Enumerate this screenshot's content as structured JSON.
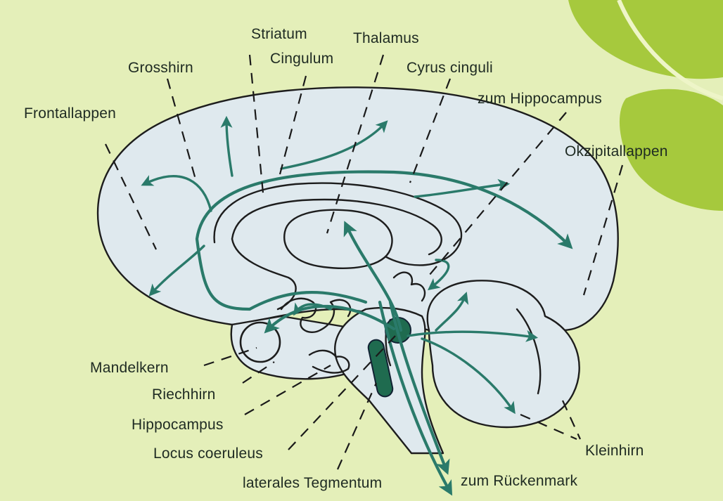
{
  "colors": {
    "background": "#e4efb9",
    "leaf": "#a6c93d",
    "brain_fill": "#dfe9ee",
    "pathway": "#2a7a6a",
    "nucleus": "#1f6b4f"
  },
  "labels": {
    "striatum": "Striatum",
    "thalamus": "Thalamus",
    "grosshirn": "Grosshirn",
    "cingulum": "Cingulum",
    "cyrus_cinguli": "Cyrus cinguli",
    "zum_hippocampus": "zum Hippocampus",
    "frontallappen": "Frontallappen",
    "okzipitallappen": "Okzipitallappen",
    "mandelkern": "Mandelkern",
    "riechhirn": "Riechhirn",
    "hippocampus": "Hippocampus",
    "locus_coeruleus": "Locus coeruleus",
    "laterales_tegmentum": "laterales Tegmentum",
    "zum_rueckenmark": "zum Rückenmark",
    "kleinhirn": "Kleinhirn"
  }
}
